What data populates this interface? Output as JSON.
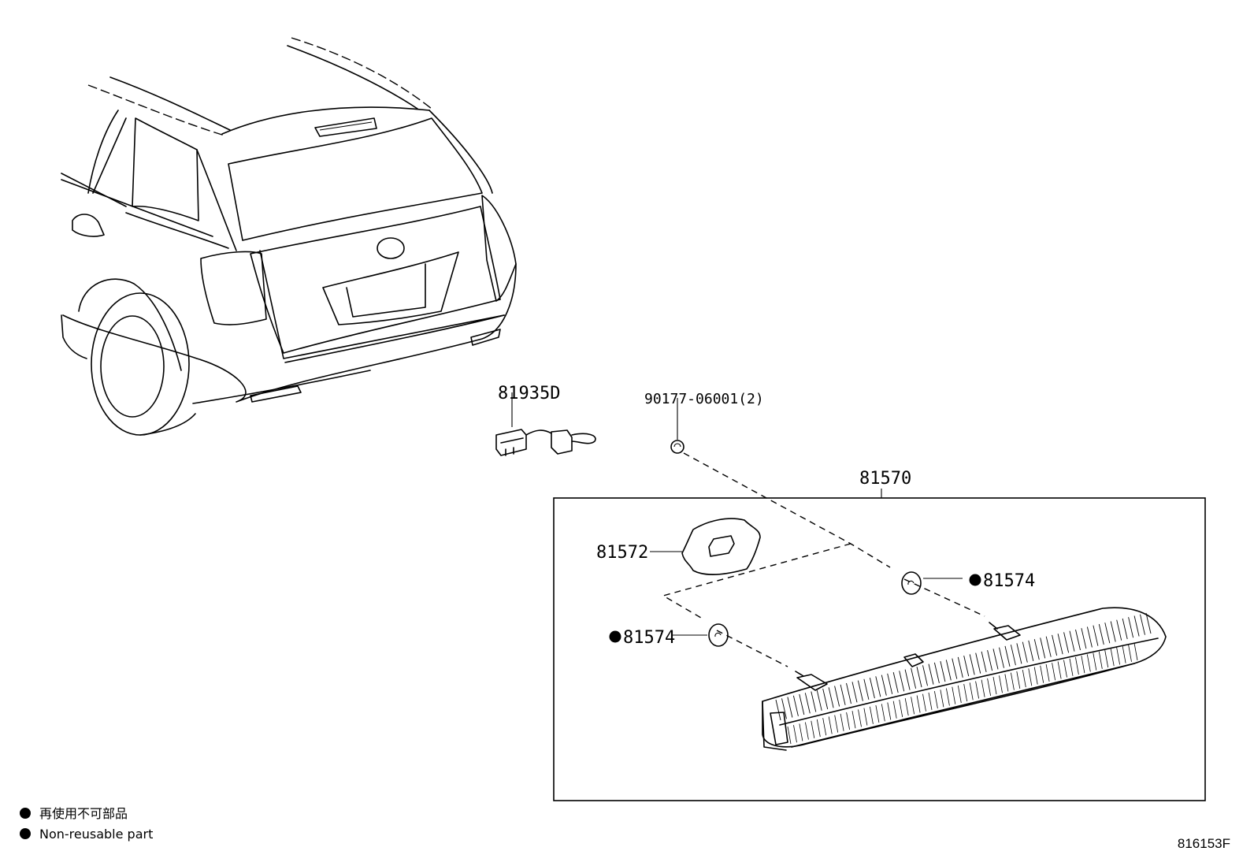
{
  "parts": {
    "p81935D": "81935D",
    "p90177": "90177-06001(2)",
    "p81570": "81570",
    "p81572": "81572",
    "p81574_upper": "81574",
    "p81574_lower": "81574"
  },
  "legend": {
    "jp": "再使用不可部品",
    "en": "Non-reusable part"
  },
  "catalog_number": "816153F",
  "colors": {
    "ink": "#000000",
    "paper": "#ffffff"
  }
}
